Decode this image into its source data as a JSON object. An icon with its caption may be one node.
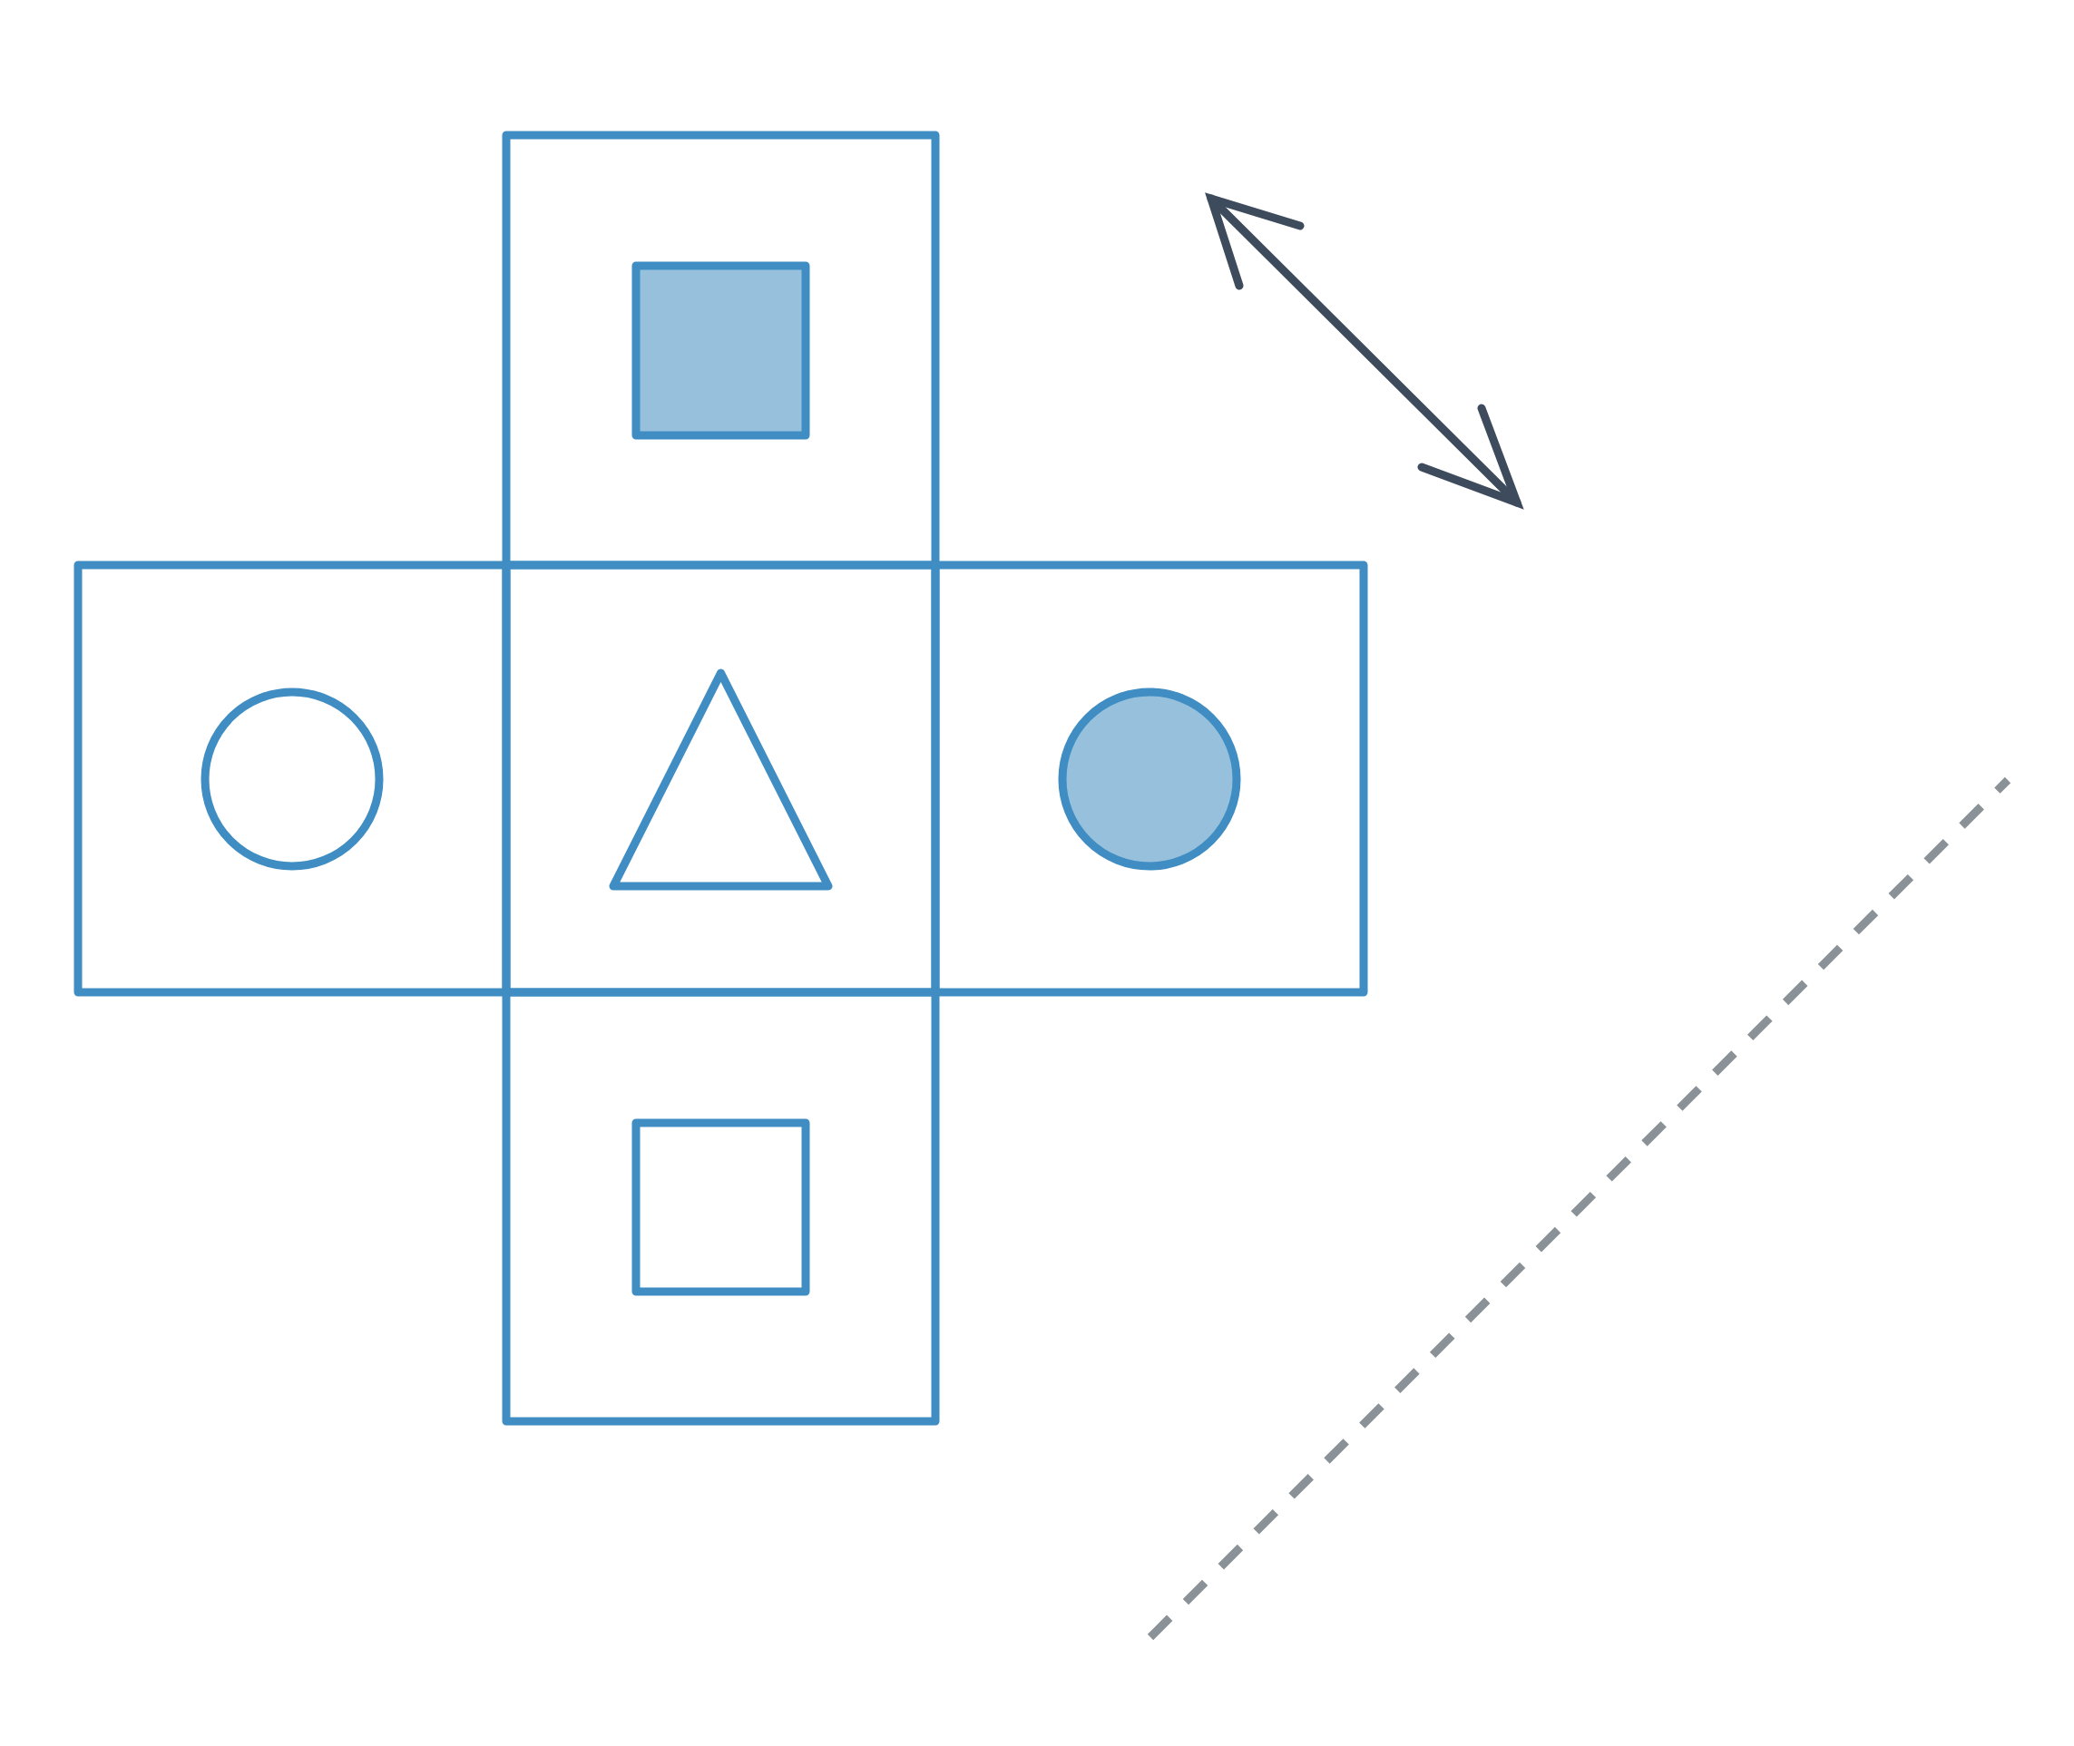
{
  "diagram": {
    "nodes": [
      {
        "text": [],
        "shape": "box"
      },
      {
        "text": [],
        "shape": "box",
        "in": 0
      },
      {
        "text": [],
        "shape": "box"
      },
      {
        "text": [],
        "shape": "circle",
        "in": 2
      },
      {
        "text": [],
        "shape": "box"
      },
      {
        "text": [],
        "shape": "triangle",
        "in": 4
      },
      {
        "text": [],
        "shape": "box"
      },
      {
        "text": [],
        "shape": "circle",
        "in": 6
      },
      {
        "text": [],
        "shape": "box"
      },
      {
        "text": [],
        "shape": "box",
        "in": 8
      }
    ]
  }
}
